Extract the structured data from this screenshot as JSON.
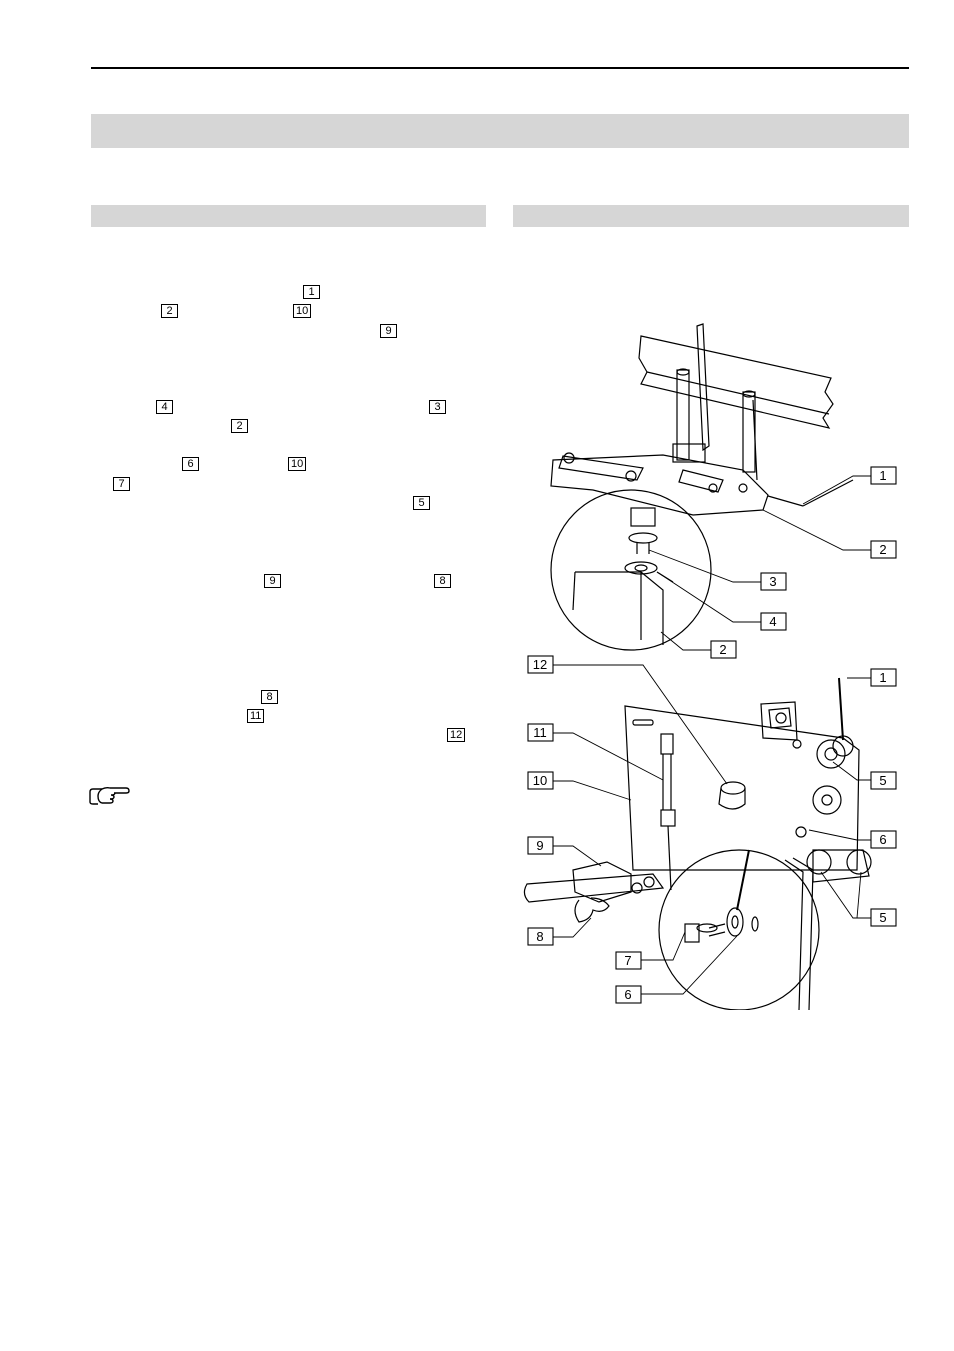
{
  "text_refs": [
    {
      "id": "ref-1",
      "label": "1"
    },
    {
      "id": "ref-2a",
      "label": "2"
    },
    {
      "id": "ref-10a",
      "label": "10"
    },
    {
      "id": "ref-9a",
      "label": "9"
    },
    {
      "id": "ref-4",
      "label": "4"
    },
    {
      "id": "ref-3",
      "label": "3"
    },
    {
      "id": "ref-2b",
      "label": "2"
    },
    {
      "id": "ref-6",
      "label": "6"
    },
    {
      "id": "ref-10b",
      "label": "10"
    },
    {
      "id": "ref-7",
      "label": "7"
    },
    {
      "id": "ref-5",
      "label": "5"
    },
    {
      "id": "ref-9b",
      "label": "9"
    },
    {
      "id": "ref-8a",
      "label": "8"
    },
    {
      "id": "ref-8b",
      "label": "8"
    },
    {
      "id": "ref-11",
      "label": "11"
    },
    {
      "id": "ref-12",
      "label": "12"
    }
  ],
  "figure_callouts": {
    "top": [
      "1",
      "2",
      "3",
      "4",
      "2"
    ],
    "bottom_left": [
      "12",
      "11",
      "10",
      "9",
      "8"
    ],
    "bottom_right": [
      "1",
      "5",
      "6",
      "5",
      "7",
      "6"
    ]
  },
  "note_icon": "pointing-hand-icon"
}
